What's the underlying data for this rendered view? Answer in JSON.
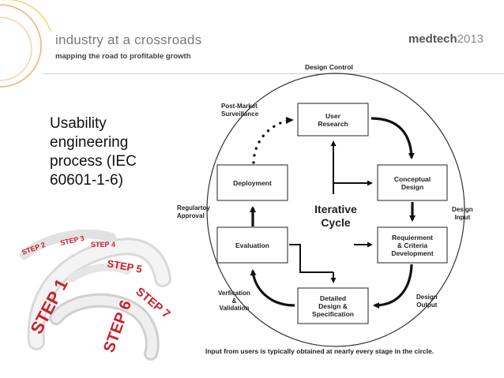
{
  "header": {
    "title": "industry at a crossroads",
    "subtitle": "mapping the road to profitable growth",
    "event_brand": "medtech",
    "event_year": "2013"
  },
  "slide": {
    "heading": "Usability\nengineering\nprocess (IEC\n60601-1-6)"
  },
  "illustration": {
    "step_labels": [
      "STEP 1",
      "STEP 2",
      "STEP 3",
      "STEP 4",
      "STEP 5",
      "STEP 6",
      "STEP 7"
    ]
  },
  "diagram": {
    "top_label": "Design Control",
    "center_label": "Iterative\nCycle",
    "boxes": {
      "user_research": "User\nResearch",
      "conceptual_design": "Conceptual\nDesign",
      "requirement": "Requierment\n& Criteria\nDevelopment",
      "detailed_design": "Detailed\nDesign &\nSpecification",
      "evaluation": "Evaluation",
      "deployment": "Deployment"
    },
    "side_labels": {
      "post_market": "Post-Market\nSurveillance",
      "regulatory": "Regulartoy\nApproval",
      "design_input": "Design\nInput",
      "design_output": "Design\nOutput",
      "verification": "Verfication\n&\nValidation"
    },
    "footnote": "Input from users is typically obtained at nearly every stage in the circle."
  },
  "colors": {
    "arc_orange": "#f3b27a",
    "arc_peach": "#f7cfa8",
    "arc_yellow": "#e7d86a",
    "step_red": "#c8202e"
  }
}
